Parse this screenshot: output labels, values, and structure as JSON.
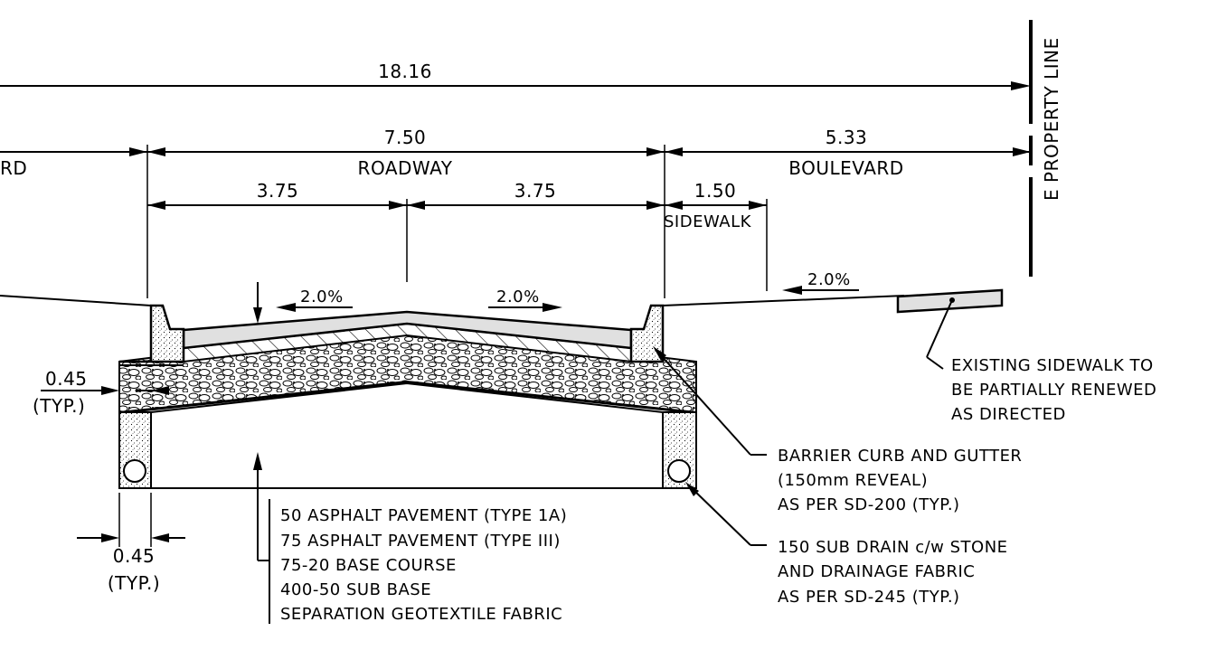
{
  "dimensions": {
    "overall": "18.16",
    "roadway_width": "7.50",
    "roadway_label": "ROADWAY",
    "left_lane": "3.75",
    "right_lane": "3.75",
    "boulevard_width": "5.33",
    "boulevard_label": "BOULEVARD",
    "sidewalk_width": "1.50",
    "sidewalk_label": "SIDEWALK",
    "left_cut_label": "RD",
    "property_line": "E PROPERTY LINE",
    "subdrain_offset_left": "0.45",
    "subdrain_offset_left_typ": "(TYP.)",
    "subdrain_offset_bottom": "0.45",
    "subdrain_offset_bottom_typ": "(TYP.)"
  },
  "slopes": {
    "roadway_left": "2.0%",
    "roadway_right": "2.0%",
    "boulevard": "2.0%"
  },
  "notes": {
    "sidewalk": [
      "EXISTING SIDEWALK TO",
      "BE PARTIALLY RENEWED",
      "AS DIRECTED"
    ],
    "curb": [
      "BARRIER CURB AND GUTTER",
      "(150mm REVEAL)",
      "AS PER SD-200 (TYP.)"
    ],
    "subdrain": [
      "150 SUB DRAIN c/w STONE",
      "AND DRAINAGE FABRIC",
      "AS PER SD-245 (TYP.)"
    ],
    "layers": [
      "50 ASPHALT PAVEMENT (TYPE 1A)",
      "75 ASPHALT PAVEMENT (TYPE III)",
      "75-20 BASE COURSE",
      "400-50 SUB BASE",
      "SEPARATION GEOTEXTILE FABRIC"
    ]
  }
}
